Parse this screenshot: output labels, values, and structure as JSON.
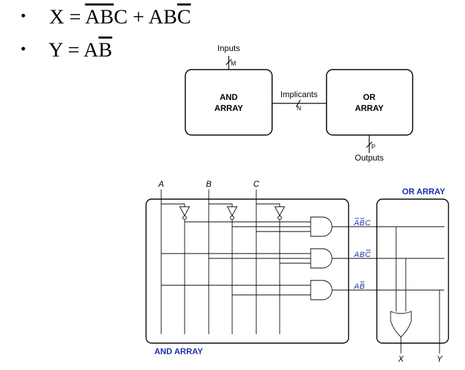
{
  "equations": [
    {
      "bullet": "•",
      "lhs": "X",
      "eq": "=",
      "t1": [
        {
          "v": "A",
          "bar": true
        },
        {
          "v": "B",
          "bar": true
        },
        {
          "v": "C",
          "bar": false
        }
      ],
      "plus": "+",
      "t2": [
        {
          "v": "A",
          "bar": false
        },
        {
          "v": "B",
          "bar": false
        },
        {
          "v": "C",
          "bar": true
        }
      ]
    },
    {
      "bullet": "•",
      "lhs": "Y",
      "eq": "=",
      "t1": [
        {
          "v": "A",
          "bar": false
        },
        {
          "v": "B",
          "bar": true
        }
      ]
    }
  ],
  "block": {
    "inputs_label": "Inputs",
    "inputs_bus": "M",
    "and_array": [
      "AND",
      "ARRAY"
    ],
    "implicants_label": "Implicants",
    "implicants_bus": "N",
    "or_array": [
      "OR",
      "ARRAY"
    ],
    "outputs_bus": "P",
    "outputs_label": "Outputs"
  },
  "pla": {
    "inputs": [
      "A",
      "B",
      "C"
    ],
    "or_array_title": "OR ARRAY",
    "and_array_title": "AND ARRAY",
    "terms": [
      [
        {
          "v": "A",
          "bar": true
        },
        {
          "v": "B",
          "bar": true
        },
        {
          "v": "C",
          "bar": false
        }
      ],
      [
        {
          "v": "A",
          "bar": false
        },
        {
          "v": "B",
          "bar": false
        },
        {
          "v": "C",
          "bar": true
        }
      ],
      [
        {
          "v": "A",
          "bar": false
        },
        {
          "v": "B",
          "bar": true
        }
      ]
    ],
    "outputs": [
      "X",
      "Y"
    ],
    "title_color": "#1f2fa8",
    "term_color": "#1f2fa8"
  }
}
